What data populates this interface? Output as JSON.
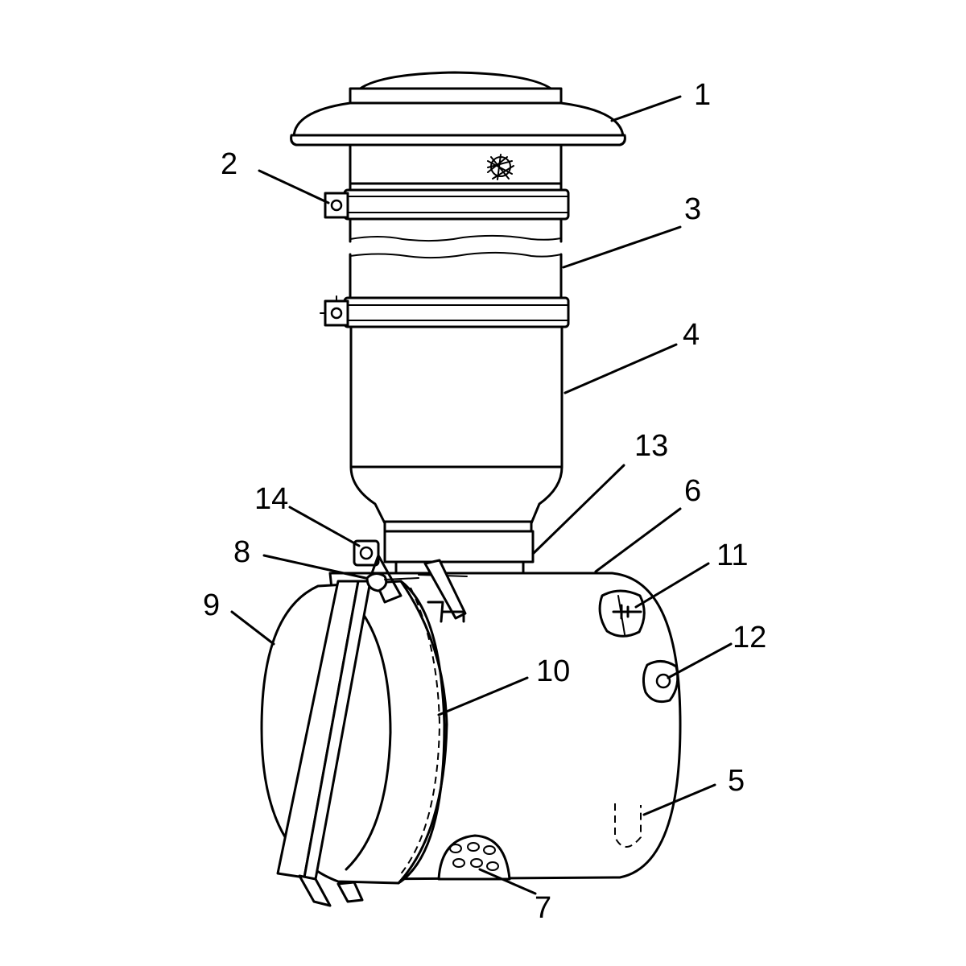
{
  "callouts": [
    {
      "id": "c1",
      "label": "1"
    },
    {
      "id": "c2",
      "label": "2"
    },
    {
      "id": "c3",
      "label": "3"
    },
    {
      "id": "c4",
      "label": "4"
    },
    {
      "id": "c5",
      "label": "5"
    },
    {
      "id": "c6",
      "label": "6"
    },
    {
      "id": "c7",
      "label": "7"
    },
    {
      "id": "c8",
      "label": "8"
    },
    {
      "id": "c9",
      "label": "9"
    },
    {
      "id": "c10",
      "label": "10"
    },
    {
      "id": "c11",
      "label": "11"
    },
    {
      "id": "c12",
      "label": "12"
    },
    {
      "id": "c13",
      "label": "13"
    },
    {
      "id": "c14",
      "label": "14"
    }
  ],
  "colors": {
    "ink": "#000000",
    "paper": "#ffffff"
  }
}
